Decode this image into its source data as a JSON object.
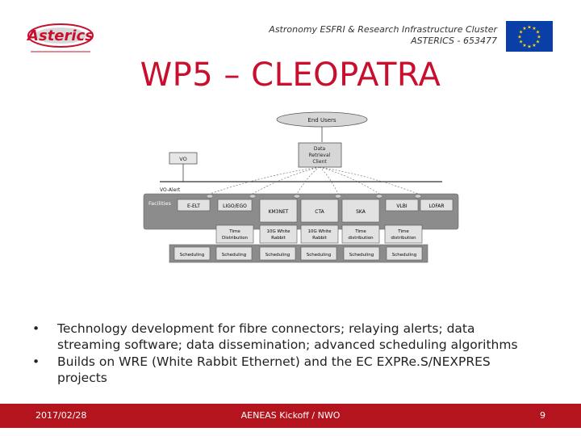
{
  "header": {
    "line1": "Astronomy ESFRI & Research Infrastructure Cluster",
    "line2": "ASTERICS - 653477",
    "logo_text": "Asterics"
  },
  "title": "WP5 – CLEOPATRA",
  "diagram": {
    "end_users": "End Users",
    "vo": "VO",
    "data_client": [
      "Data",
      "Retrieval",
      "Client"
    ],
    "vo_alert": "VO-Alert",
    "facilities_label": "Facilities",
    "facilities": [
      "E-ELT",
      "LIGO/EGO",
      "KM3NET",
      "CTA",
      "SKA",
      "VLBI",
      "LOFAR"
    ],
    "timing": [
      [
        "Time",
        "Distribution"
      ],
      [
        "10G White",
        "Rabbit"
      ],
      [
        "10G White",
        "Rabbit"
      ],
      [
        "Time",
        "distribution"
      ],
      [
        "Time",
        "distribution"
      ]
    ],
    "scheduling": [
      "Scheduling",
      "Scheduling",
      "Scheduling",
      "Scheduling",
      "Scheduling",
      "Scheduling"
    ]
  },
  "bullets": [
    [
      "Technology development for fibre connectors; relaying alerts; data",
      "streaming software; data dissemination; advanced scheduling algorithms"
    ],
    [
      "Builds on WRE (White Rabbit Ethernet) and the EC EXPRe.S/NEXPRES",
      "projects"
    ]
  ],
  "footer": {
    "date": "2017/02/28",
    "center": "AENEAS Kickoff / NWO",
    "page": "9"
  },
  "colors": {
    "accent": "#c8102e",
    "footer_bg": "#b4141d",
    "eu_blue": "#0a3fa8",
    "eu_star": "#ffd700"
  }
}
